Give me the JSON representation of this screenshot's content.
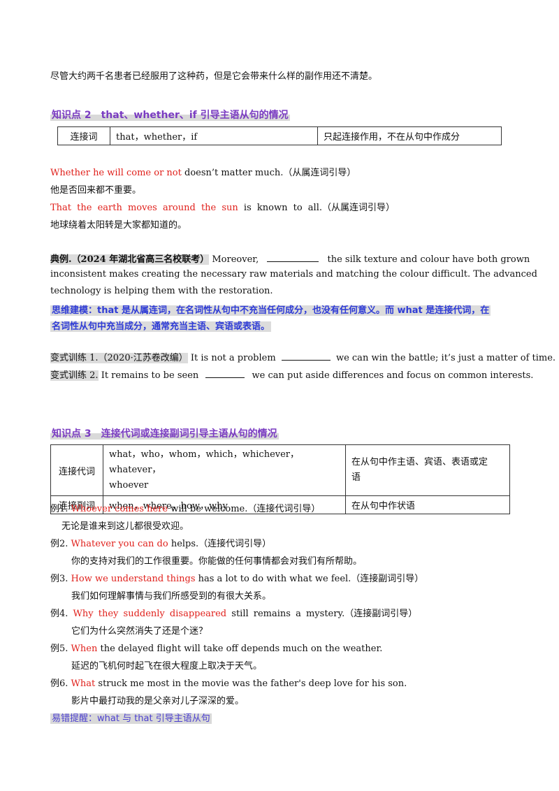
{
  "intro_line": "尽管大约两千名患者已经服用了这种药，但是它会带来什么样的副作用还不清楚。",
  "section2": {
    "heading": "知识点 2　that、whether、if 引导主语从句的情况",
    "table": {
      "label": "连接词",
      "words": "that，whether，if",
      "note": "只起连接作用，不在从句中作成分"
    },
    "ex1": {
      "red": "Whether he will come or not",
      "rest": " doesn’t matter much.（从属连词引导）",
      "zh": "他是否回来都不重要。"
    },
    "ex2": {
      "red": "That the earth moves around the sun",
      "rest": " is known to all.（从属连词引导）",
      "zh": "地球绕着太阳转是大家都知道的。"
    },
    "typical": {
      "label": "典例.（2024 年湖北省高三名校联考）",
      "line1a": "Moreover,",
      "line1b": "the silk texture and colour have both grown",
      "line2": "inconsistent makes creating the necessary raw materials and matching the colour difficult. The advanced",
      "line3": "technology is helping them with the restoration."
    },
    "think1": "思维建模：that 是从属连词，在名词性从句中不充当任何成分，也没有任何意义。而 what 是连接代词，在",
    "think2": "名词性从句中充当成分，通常充当主语、宾语或表语。",
    "drill1": {
      "label": "变式训练 1.（2020·江苏卷改编）",
      "a": "It is not a problem",
      "b": "we can win the battle; it’s just a matter of time."
    },
    "drill2": {
      "label": "变式训练 2.",
      "a": "It remains to be seen",
      "b": "we can put aside differences and focus on common interests."
    }
  },
  "section3": {
    "heading": "知识点 3　连接代词或连接副词引导主语从句的情况",
    "table": [
      {
        "label": "连接代词",
        "words1": "what，who，whom，which，whichever，whatever，",
        "words2": "whoever",
        "note1": "在从句中作主语、宾语、表语或定",
        "note2": "语"
      },
      {
        "label": "连接副词",
        "words1": "when，where，how，why",
        "words2": "",
        "note1": "在从句中作状语",
        "note2": ""
      }
    ],
    "examples": [
      {
        "num": "例1.",
        "red": "Whoever comes here",
        "rest": " will be welcome.（连接代词引导）",
        "zh": "无论是谁来到这儿都很受欢迎。"
      },
      {
        "num": "例2.",
        "red": "Whatever you can do",
        "rest": " helps.（连接代词引导）",
        "zh": "你的支持对我们的工作很重要。你能做的任何事情都会对我们有所帮助。"
      },
      {
        "num": "例3.",
        "red": "How we understand things",
        "rest": " has a lot to do with what we feel.（连接副词引导）",
        "zh": "我们如何理解事情与我们所感受到的有很大关系。"
      },
      {
        "num": "例4.",
        "red": "Why they suddenly disappeared",
        "rest": " still remains a mystery.（连接副词引导）",
        "zh": "它们为什么突然消失了还是个迷？"
      },
      {
        "num": "例5.",
        "red": "When",
        "rest": " the delayed flight will take off depends much on the weather.",
        "zh": "延迟的飞机何时起飞在很大程度上取决于天气。"
      },
      {
        "num": "例6.",
        "red": "What",
        "rest": " struck me most in the movie was the father's deep love for his son.",
        "zh": "影片中最打动我的是父亲对儿子深深的爱。"
      }
    ],
    "tip": "易错提醒：what 与 that 引导主语从句"
  }
}
